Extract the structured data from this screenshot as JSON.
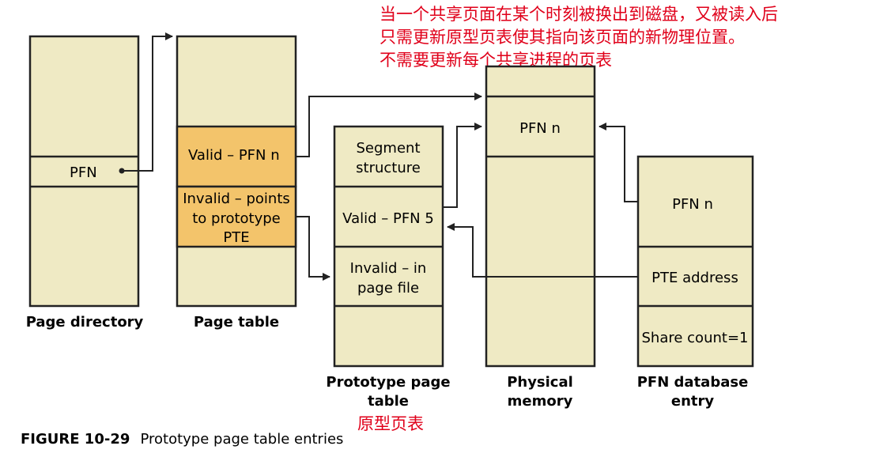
{
  "annotation": {
    "lines": [
      "当一个共享页面在某个时刻被换出到磁盘，又被读入后",
      "只需更新原型页表使其指向该页面的新物理位置。",
      "不需要更新每个共享进程的页表"
    ],
    "color": "#e0001a"
  },
  "page_directory": {
    "entry": "PFN",
    "caption": "Page directory"
  },
  "page_table": {
    "valid_entry": "Valid – PFN n",
    "invalid_entry_lines": [
      "Invalid – points",
      "to prototype",
      "PTE"
    ],
    "caption": "Page table",
    "highlight_color": "#f3c46b"
  },
  "prototype_page_table": {
    "segment_lines": [
      "Segment",
      "structure"
    ],
    "valid_entry": "Valid – PFN 5",
    "invalid_lines": [
      "Invalid – in",
      "page file"
    ],
    "caption_lines": [
      "Prototype page",
      "table"
    ],
    "caption_cn": "原型页表"
  },
  "physical_memory": {
    "entry": "PFN n",
    "caption_lines": [
      "Physical",
      "memory"
    ]
  },
  "pfn_database_entry": {
    "pfn": "PFN n",
    "pte_address": "PTE address",
    "share_count": "Share count=1",
    "caption_lines": [
      "PFN database",
      "entry"
    ]
  },
  "figure_caption": {
    "label": "FIGURE 10-29",
    "text": "Prototype page table entries"
  },
  "colors": {
    "cell_fill": "#efeac4",
    "border": "#222222"
  }
}
